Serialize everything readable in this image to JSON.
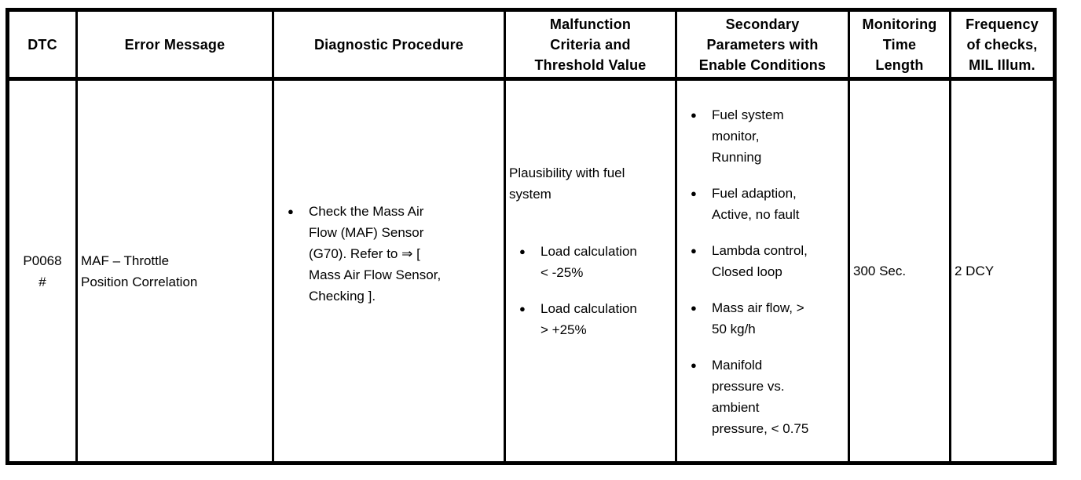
{
  "colors": {
    "border": "#000000",
    "text": "#000000",
    "background": "#ffffff"
  },
  "bullet_glyph": "●",
  "table": {
    "headers": [
      "DTC",
      "Error Message",
      "Diagnostic Procedure",
      "Malfunction\nCriteria and\nThreshold Value",
      "Secondary\nParameters with\nEnable Conditions",
      "Monitoring\nTime\nLength",
      "Frequency\nof checks,\nMIL Illum."
    ],
    "row": {
      "dtc": "P0068\n#",
      "error_message": "MAF – Throttle\nPosition Correlation",
      "diagnostic_procedure": {
        "bullets": [
          "Check the Mass Air\nFlow (MAF) Sensor\n(G70). Refer to ⇒ [\nMass Air Flow Sensor,\nChecking ]."
        ]
      },
      "malfunction_criteria": {
        "intro": "Plausibility with fuel\nsystem",
        "bullets": [
          "Load calculation\n< -25%",
          "Load calculation\n> +25%"
        ]
      },
      "secondary_parameters": {
        "bullets": [
          "Fuel system\nmonitor,\nRunning",
          "Fuel adaption,\nActive, no fault",
          "Lambda control,\nClosed loop",
          "Mass air flow, >\n50 kg/h",
          "Manifold\npressure vs.\nambient\npressure, < 0.75"
        ]
      },
      "monitoring_time_length": "300 Sec.",
      "frequency_of_checks": "2 DCY"
    }
  }
}
